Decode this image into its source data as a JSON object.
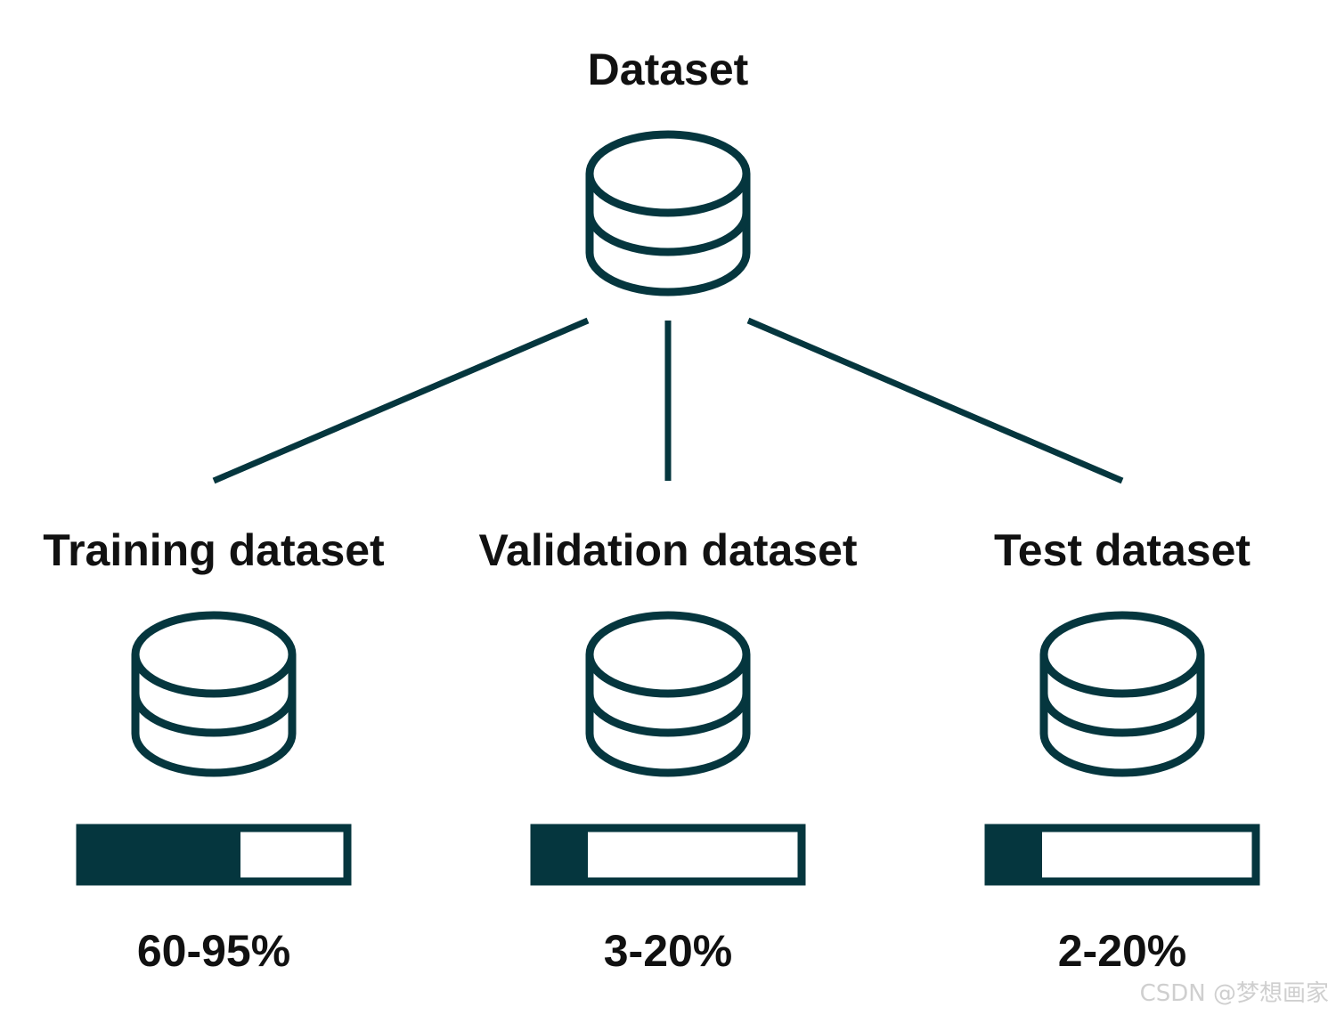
{
  "root": {
    "label": "Dataset",
    "icon": "database-icon"
  },
  "splits": [
    {
      "label": "Training dataset",
      "icon": "database-icon",
      "range": "60-95%",
      "fill_fraction": 0.6
    },
    {
      "label": "Validation dataset",
      "icon": "database-icon",
      "range": "3-20%",
      "fill_fraction": 0.2
    },
    {
      "label": "Test dataset",
      "icon": "database-icon",
      "range": "2-20%",
      "fill_fraction": 0.2
    }
  ],
  "watermark": "CSDN @梦想画家",
  "colors": {
    "stroke": "#05363e",
    "text": "#111111",
    "background": "#ffffff",
    "watermark": "#cfcfcf"
  }
}
